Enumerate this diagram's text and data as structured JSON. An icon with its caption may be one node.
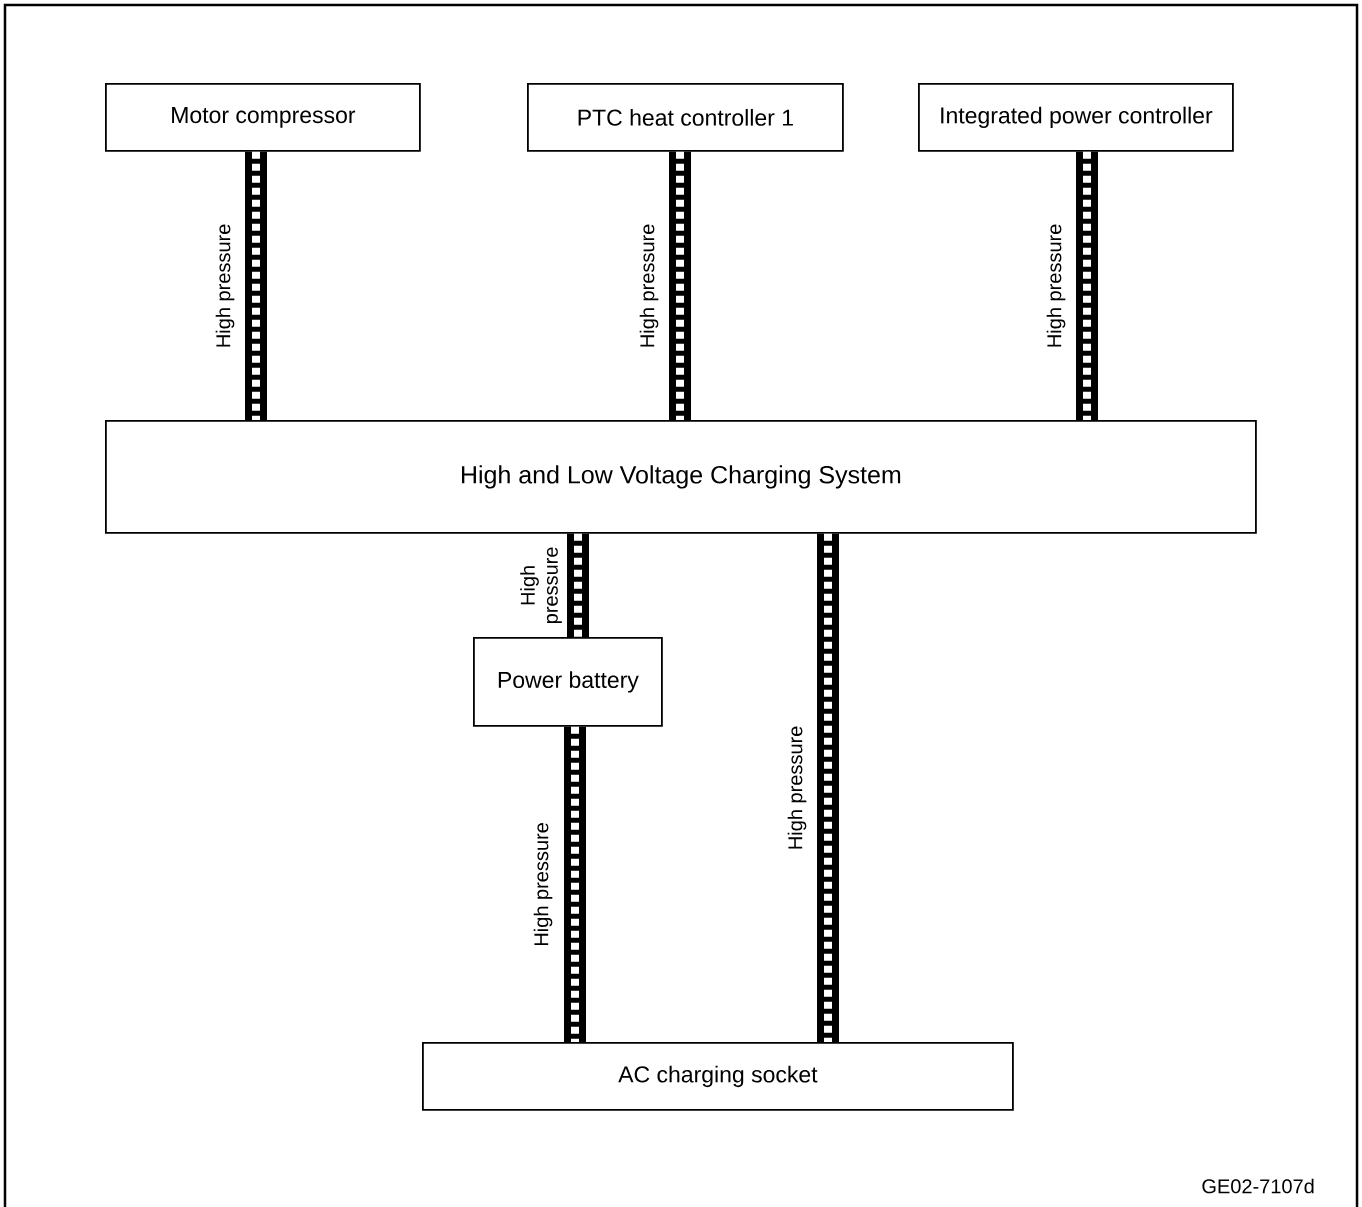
{
  "diagram": {
    "nodes": [
      {
        "text": [
          "Motor compressor"
        ]
      },
      {
        "text": [
          "PTC heat controller 1"
        ]
      },
      {
        "text": [
          "Integrated power controller"
        ]
      },
      {
        "text": [
          "High and Low Voltage Charging System"
        ]
      },
      {
        "text": [
          "Power battery"
        ]
      },
      {
        "text": [
          "AC charging socket"
        ]
      }
    ],
    "edges": [
      {
        "from": 0,
        "to": 3,
        "arrow": "none",
        "label": "High pressure"
      },
      {
        "from": 1,
        "to": 3,
        "arrow": "none",
        "label": "High pressure"
      },
      {
        "from": 2,
        "to": 3,
        "arrow": "none",
        "label": "High pressure"
      },
      {
        "from": 3,
        "to": 4,
        "arrow": "none",
        "label": "High pressure"
      },
      {
        "from": 4,
        "to": 5,
        "arrow": "none",
        "label": "High pressure"
      },
      {
        "from": 3,
        "to": 5,
        "arrow": "none",
        "label": "High pressure"
      }
    ],
    "labels": [
      "GE02-7107d"
    ]
  }
}
